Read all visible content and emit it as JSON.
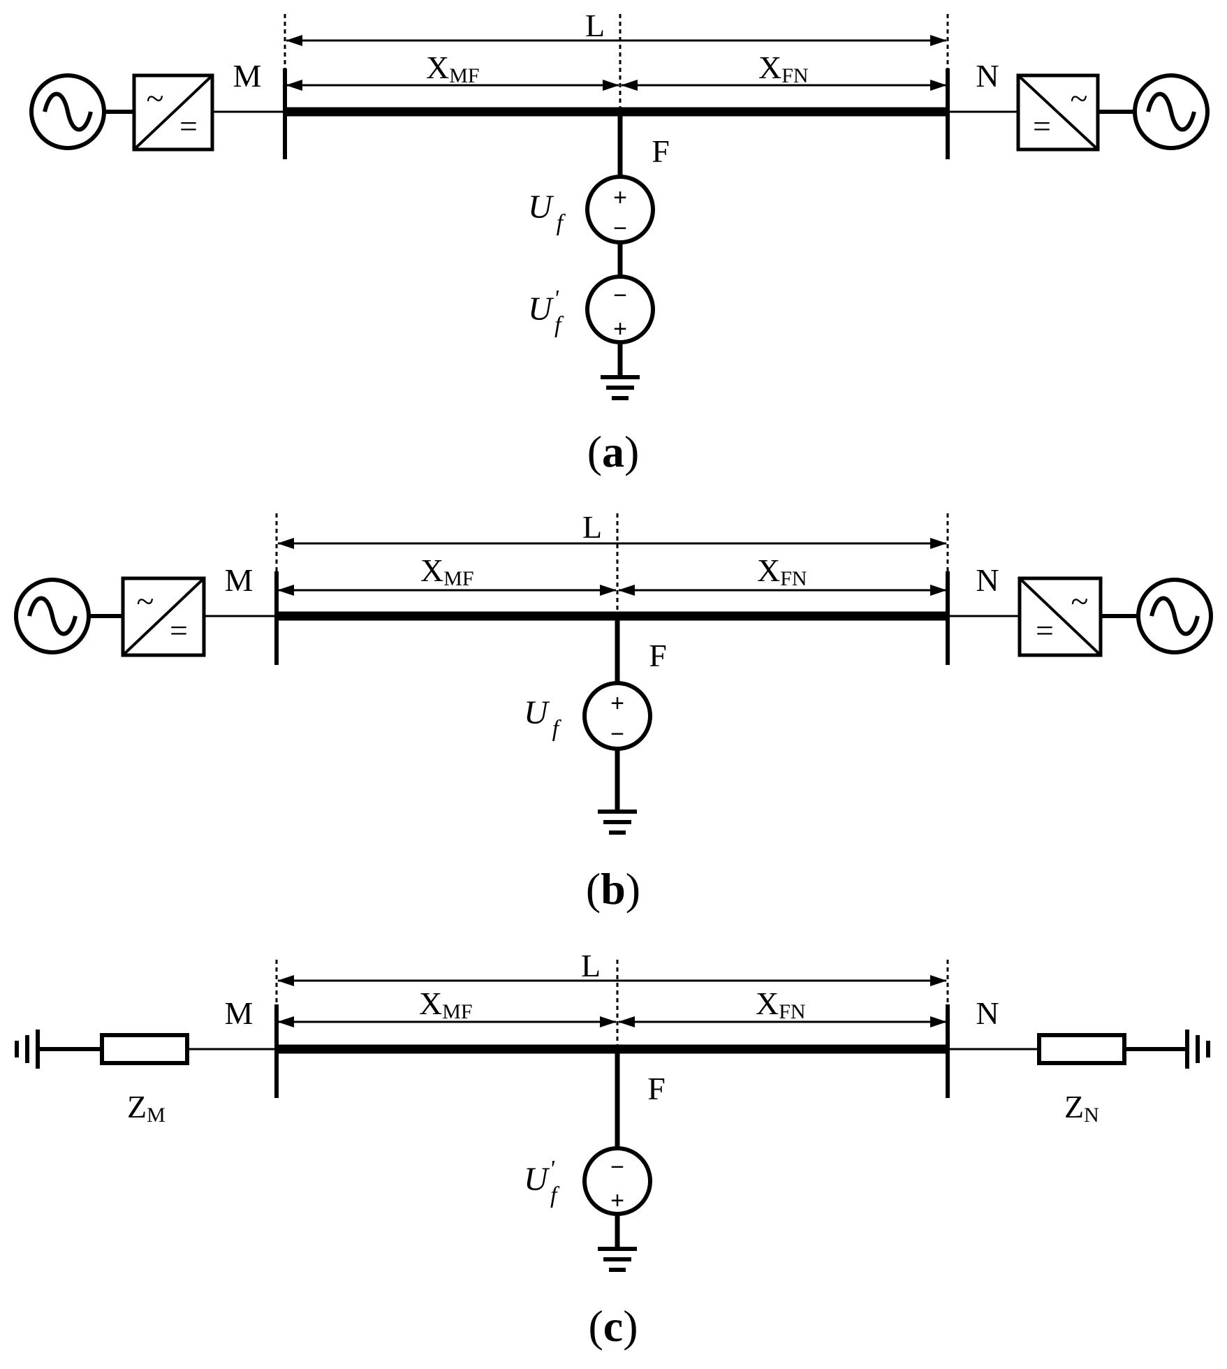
{
  "colors": {
    "ink": "#000000",
    "background": "#ffffff"
  },
  "icons": [
    "ac-source-icon",
    "converter-icon",
    "voltage-source-icon",
    "ground-icon",
    "impedance-icon",
    "arrow-icon"
  ],
  "labels": {
    "node_m": "M",
    "node_n": "N",
    "node_f": "F",
    "length": "L",
    "x_letter": "X",
    "x_mf_sub": "MF",
    "x_fn_sub": "FN",
    "u_letter": "U",
    "u_sub": "f",
    "prime": "'",
    "z_letter": "Z",
    "z_m_sub": "M",
    "z_n_sub": "N",
    "plus": "+",
    "minus": "−",
    "ac_symbol": "~",
    "dc_symbol": "="
  },
  "panels": [
    {
      "id": "a",
      "caption": "a",
      "sources": [
        "U_f",
        "U'_f"
      ]
    },
    {
      "id": "b",
      "caption": "b",
      "sources": [
        "U_f"
      ]
    },
    {
      "id": "c",
      "caption": "c",
      "sources": [
        "U'_f"
      ]
    }
  ],
  "caption_open": "(",
  "caption_close": ")"
}
